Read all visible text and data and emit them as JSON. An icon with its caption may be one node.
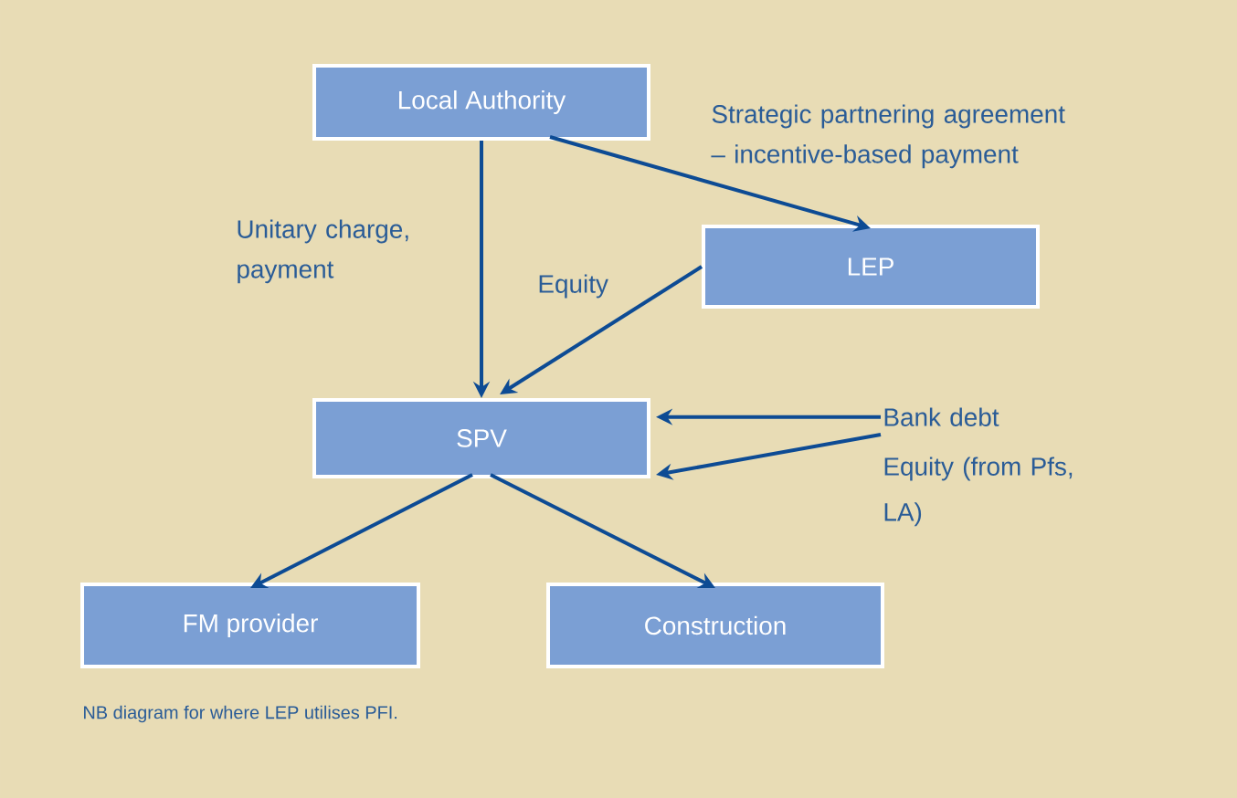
{
  "diagram": {
    "nodes": [
      {
        "text": [
          "Local Authority"
        ]
      },
      {
        "text": [
          "LEP"
        ]
      },
      {
        "text": [
          "SPV"
        ]
      },
      {
        "text": [
          "Bank debt"
        ]
      },
      {
        "text": [
          "Equity (from Pfs, LA)"
        ]
      },
      {
        "text": [
          "FM provider"
        ]
      },
      {
        "text": [
          "Construction"
        ]
      }
    ],
    "edges": [
      {
        "from": 0,
        "to": 1,
        "arrow": "to",
        "label": "Strategic partnering agreement – incentive-based payment"
      },
      {
        "from": 0,
        "to": 2,
        "arrow": "to",
        "label": "Unitary charge, payment"
      },
      {
        "from": 1,
        "to": 2,
        "arrow": "to",
        "label": "Equity"
      },
      {
        "from": 3,
        "to": 2,
        "arrow": "to"
      },
      {
        "from": 4,
        "to": 2,
        "arrow": "to"
      },
      {
        "from": 2,
        "to": 5,
        "arrow": "to"
      },
      {
        "from": 2,
        "to": 6,
        "arrow": "to"
      }
    ],
    "labels": [
      "NB diagram for where LEP utilises PFI."
    ]
  }
}
